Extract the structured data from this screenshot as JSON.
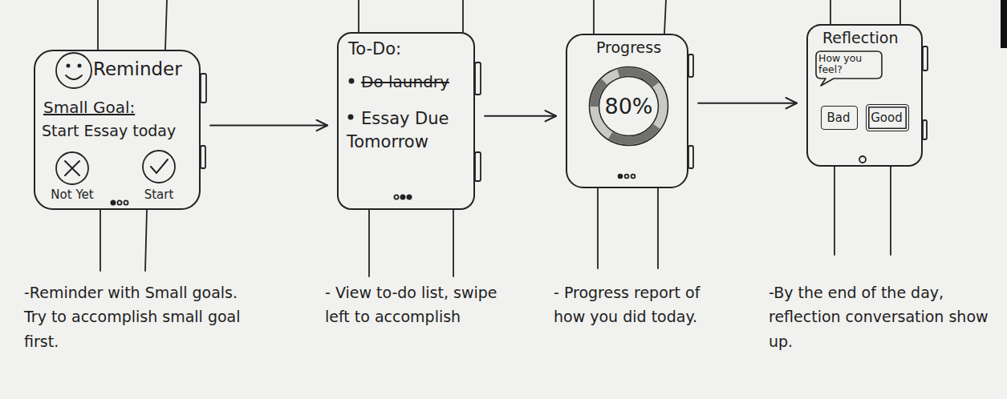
{
  "diagram": {
    "nodes": [
      {
        "text": [
          "Reminder",
          "Small Goal:",
          "Start Essay today"
        ]
      },
      {
        "text": [
          "Not Yet"
        ],
        "in": 0
      },
      {
        "text": [
          "Start"
        ],
        "in": 0
      },
      {
        "text": [
          "To-Do:",
          "Do laundry",
          "Essay Due Tomorrow"
        ]
      },
      {
        "text": [
          "Progress"
        ]
      },
      {
        "text": [
          "80%"
        ],
        "in": 4
      },
      {
        "text": [
          "Reflection"
        ]
      },
      {
        "text": [
          "How you feel?"
        ],
        "in": 6
      },
      {
        "text": [
          "Bad"
        ],
        "in": 6
      },
      {
        "text": [
          "Good"
        ],
        "in": 6
      }
    ],
    "edges": [
      {
        "from": 0,
        "to": 3,
        "arrow": "to"
      },
      {
        "from": 3,
        "to": 4,
        "arrow": "to"
      },
      {
        "from": 4,
        "to": 6,
        "arrow": "to"
      }
    ],
    "labels": [
      "-Reminder with Small goals. Try to accomplish small goal first.",
      "- View to-do list, swipe left to accomplish",
      "- Progress report of how you did today.",
      "-By the end of the day, reflection conversation show up."
    ]
  }
}
